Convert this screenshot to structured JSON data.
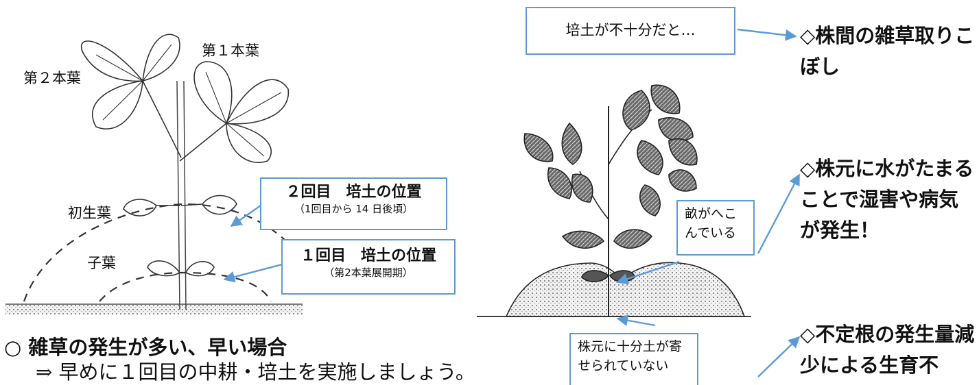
{
  "left_diagram": {
    "leaf_label_2": "第２本葉",
    "leaf_label_1": "第１本葉",
    "primary_leaf_label": "初生葉",
    "cotyledon_label": "子葉",
    "callout_2nd": {
      "line1": "２回目　培土の位置",
      "line2": "（1回目から 14 日後頃）"
    },
    "callout_1st": {
      "line1": "１回目　培土の位置",
      "line2": "（第2本葉展開期）"
    }
  },
  "right_diagram": {
    "top_callout": "培土が不十分だと…",
    "ridge_callout": "畝がへこんでいる",
    "base_callout": "株元に十分土が寄せられていない"
  },
  "notes": [
    {
      "text": "◇株間の雑草取りこぼし"
    },
    {
      "text": "◇株元に水がたまることで湿害や病気が発生！"
    },
    {
      "text": "◇不定根の発生量減少による生育不"
    }
  ],
  "bottom": {
    "heading": "○ 雑草の発生が多い、早い場合",
    "advice": "⇒ 早めに１回目の中耕・培土を実施しましょう。"
  },
  "colors": {
    "accent": "#5b9bd5",
    "ink": "#222222"
  }
}
